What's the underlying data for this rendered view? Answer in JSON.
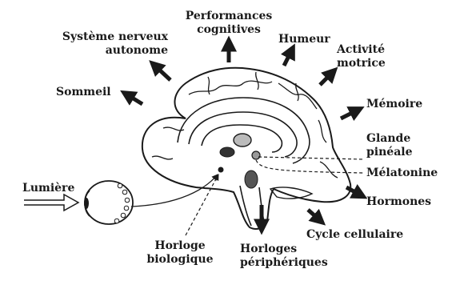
{
  "labels": {
    "performances": [
      "Performances",
      "cognitives"
    ],
    "systeme": [
      "Système nerveux",
      "autonome"
    ],
    "humeur": "Humeur",
    "activite": [
      "Activité",
      "motrice"
    ],
    "sommeil": "Sommeil",
    "memoire": "Mémoire",
    "glande": [
      "Glande",
      "pinéale"
    ],
    "melatonine": "Mélatonine",
    "lumiere": "Lumière",
    "hormones": "Hormones",
    "cycle": "Cycle cellulaire",
    "horloge": [
      "Horloge",
      "biologique"
    ],
    "horloges_peripheriques": [
      "Horloges",
      "périphériques"
    ]
  },
  "colors": {
    "ink": "#1a1a1a",
    "nucleus_fill": "#333333",
    "gland_fill": "#999999",
    "thalamus_fill": "#bbbbbb"
  }
}
